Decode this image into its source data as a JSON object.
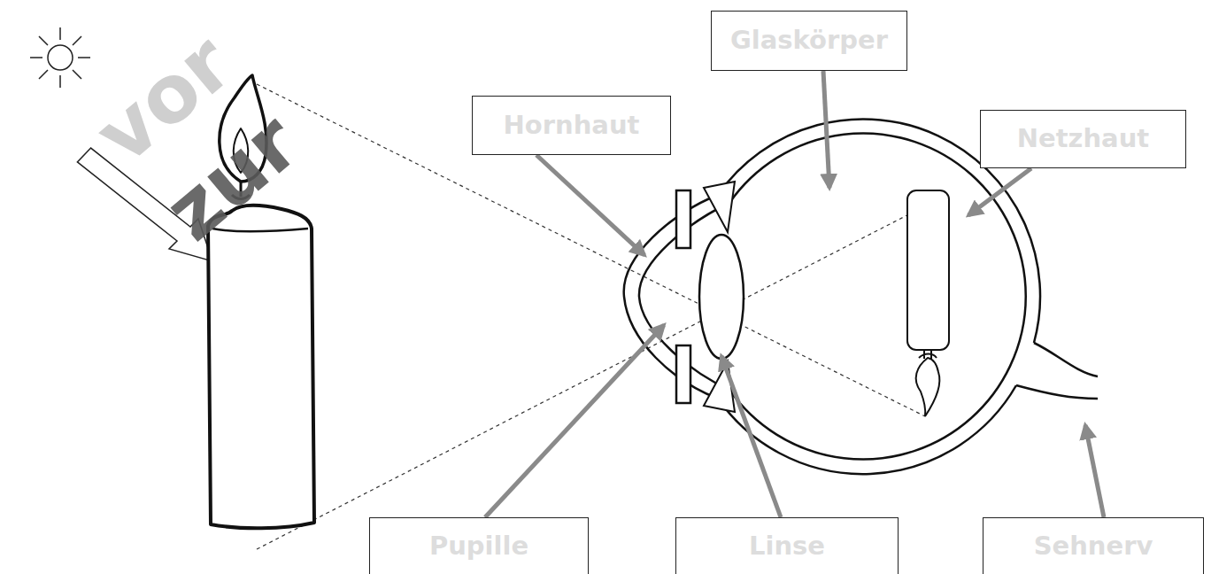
{
  "diagram": {
    "nodes": [
      {
        "text": [
          "Glaskörper"
        ]
      },
      {
        "text": [
          "Hornhaut"
        ]
      },
      {
        "text": [
          "Netzhaut"
        ]
      },
      {
        "text": [
          "Pupille"
        ]
      },
      {
        "text": [
          "Linse"
        ]
      },
      {
        "text": [
          "Sehnerv"
        ]
      }
    ],
    "labels": [
      "vor",
      "zur"
    ]
  }
}
